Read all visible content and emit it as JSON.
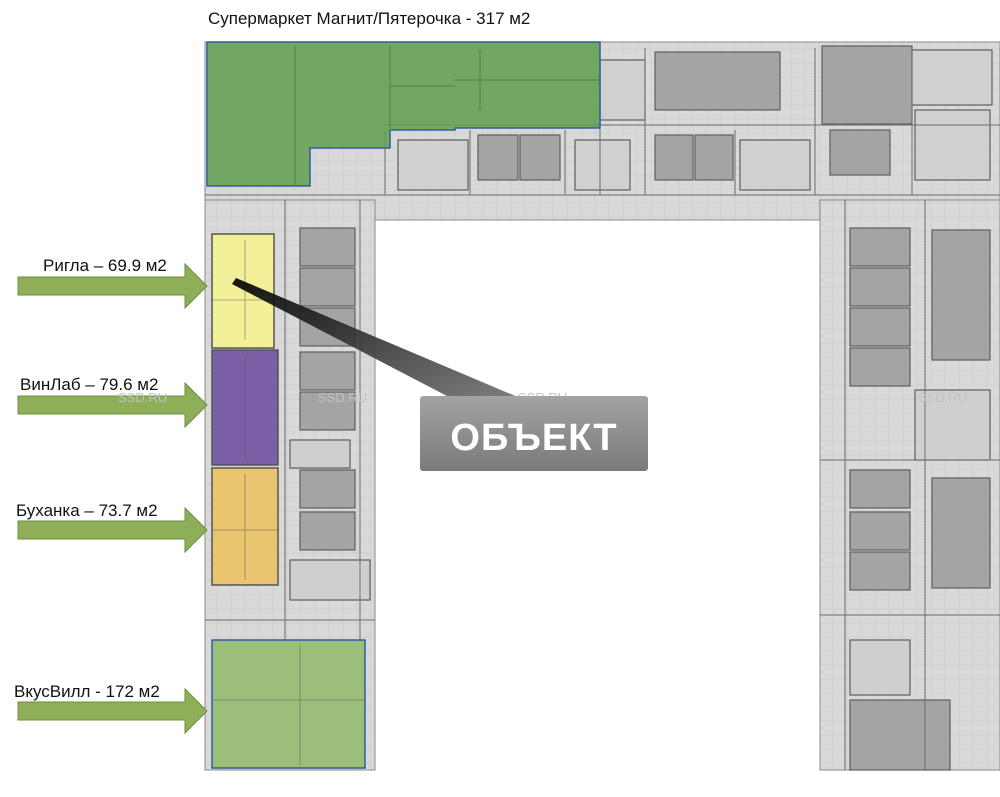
{
  "title": "Супермаркет Магнит/Пятерочка - 317 м2",
  "object_label": "ОБЪЕКТ",
  "watermark": "SSD.RU",
  "tenants": [
    {
      "label": "Ригла – 69.9 м2",
      "color": "#f3f09a"
    },
    {
      "label": "ВинЛаб – 79.6 м2",
      "color": "#7b5fa6"
    },
    {
      "label": "Буханка – 73.7 м2",
      "color": "#e8c56e"
    },
    {
      "label": "ВкусВилл - 172 м2",
      "color": "#8fb86a"
    }
  ],
  "colors": {
    "supermarket": "#5f9e4e",
    "arrow": "#8fae58",
    "floor": "#dcdcdc",
    "room": "#9a9a9a",
    "wall": "#6c6c6c",
    "object_box": "#8c8c8c"
  }
}
